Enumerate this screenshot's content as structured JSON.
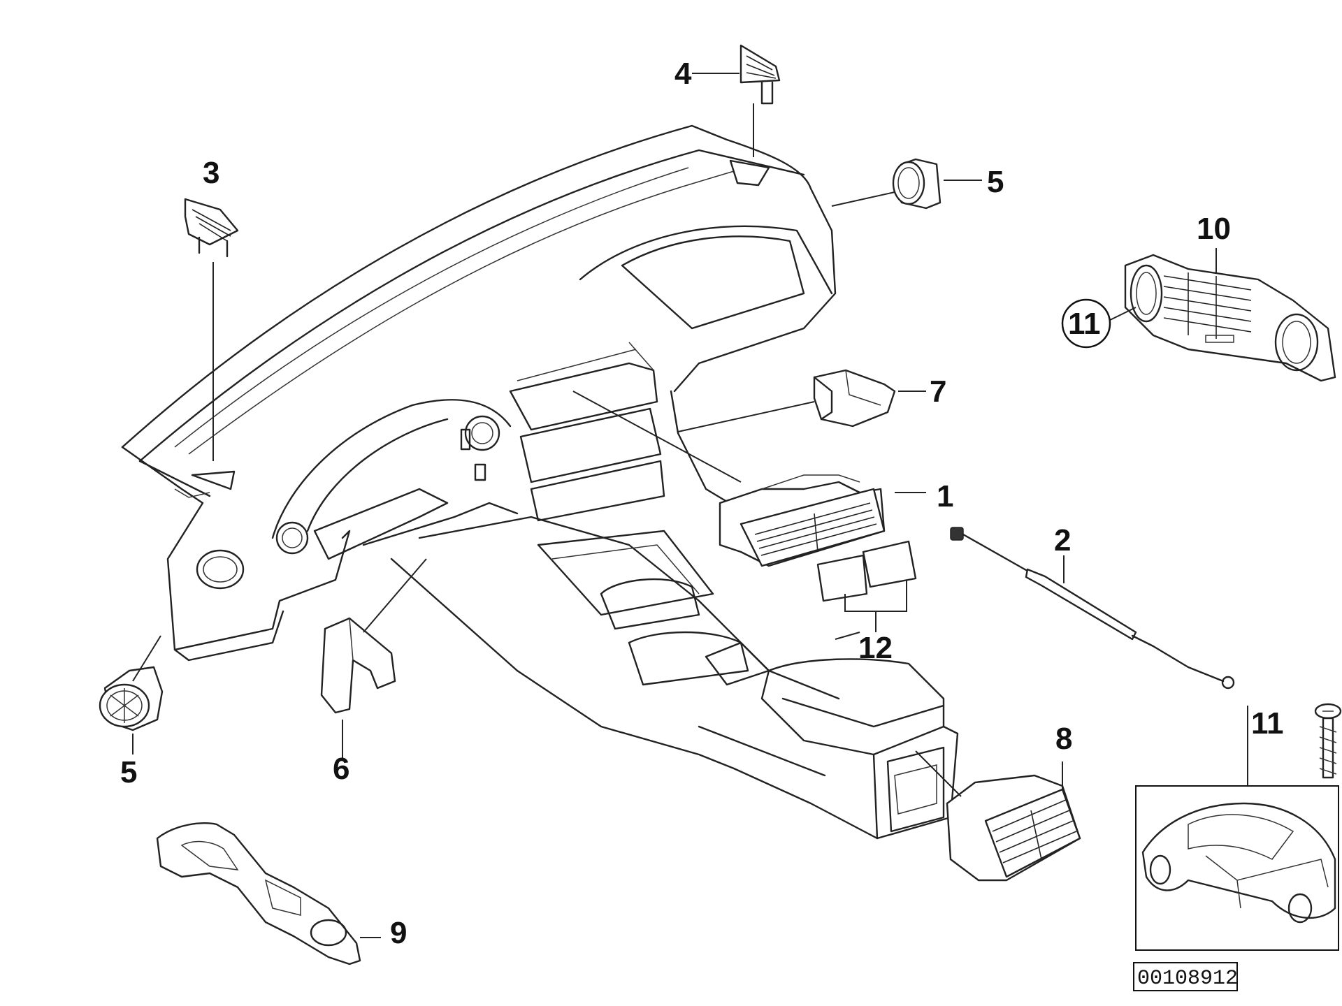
{
  "callouts": [
    {
      "id": "c1",
      "text": "1"
    },
    {
      "id": "c2",
      "text": "2"
    },
    {
      "id": "c3",
      "text": "3"
    },
    {
      "id": "c4",
      "text": "4"
    },
    {
      "id": "c5a",
      "text": "5"
    },
    {
      "id": "c5b",
      "text": "5"
    },
    {
      "id": "c6",
      "text": "6"
    },
    {
      "id": "c7",
      "text": "7"
    },
    {
      "id": "c8",
      "text": "8"
    },
    {
      "id": "c9",
      "text": "9"
    },
    {
      "id": "c10",
      "text": "10"
    },
    {
      "id": "c11circle",
      "text": "11"
    },
    {
      "id": "c11box",
      "text": "11"
    },
    {
      "id": "c12",
      "text": "12"
    }
  ],
  "reference_number": "00108912"
}
